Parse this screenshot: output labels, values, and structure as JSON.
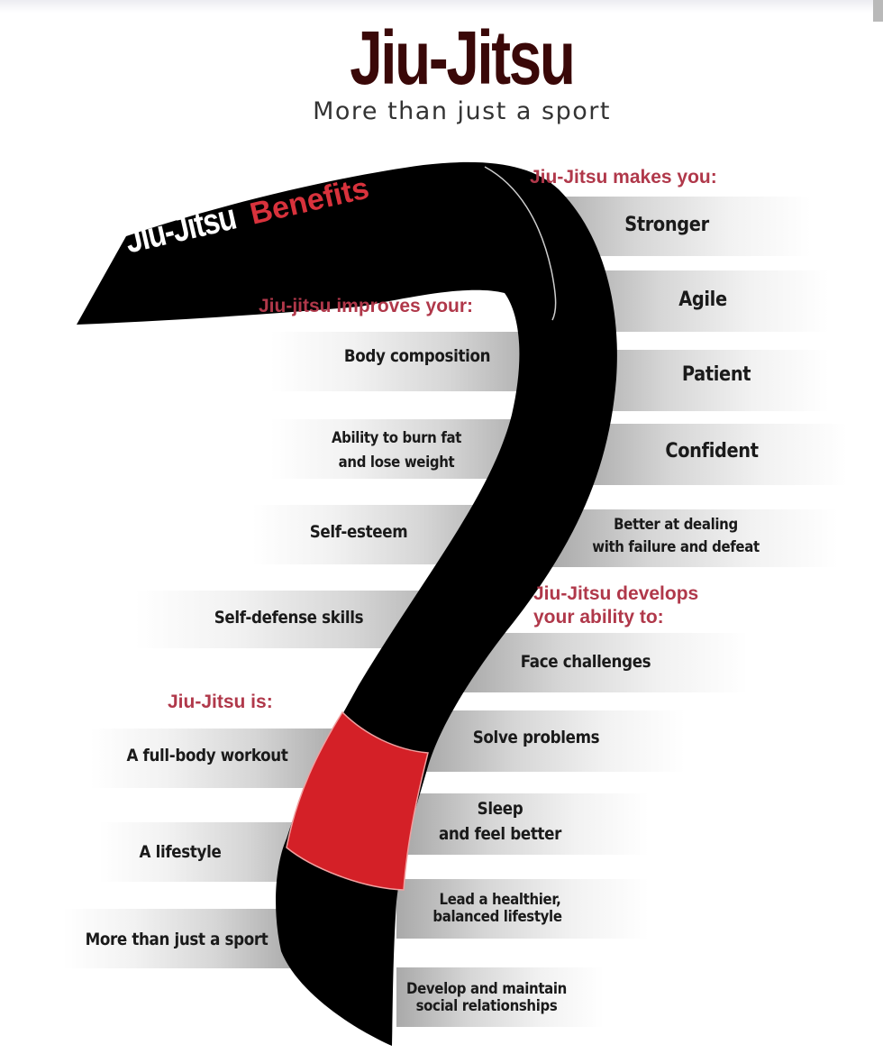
{
  "header": {
    "title": "Jiu-Jitsu",
    "subtitle": "More than just a sport"
  },
  "belt": {
    "label_white": "Jiu-Jitsu",
    "label_red": "Benefits",
    "colors": {
      "belt": "#000000",
      "stripe": "#d42027",
      "title": "#3a0808",
      "section": "#b0384a"
    }
  },
  "sections": {
    "makes_you": {
      "heading": "Jiu-Jitsu makes you:",
      "items": [
        "Stronger",
        "Agile",
        "Patient",
        "Confident",
        "Better at dealing",
        "with failure and defeat"
      ]
    },
    "improves": {
      "heading": "Jiu-jitsu improves your:",
      "items": [
        "Body composition",
        "Ability to burn fat",
        "and lose weight",
        "Self-esteem",
        "Self-defense skills"
      ]
    },
    "develops": {
      "heading_line1": "Jiu-Jitsu develops",
      "heading_line2": "your ability to:",
      "items": [
        "Face challenges",
        "Solve problems",
        "Sleep",
        "and feel better",
        "Lead a healthier,",
        "balanced lifestyle",
        "Develop and maintain",
        "social relationships"
      ]
    },
    "is": {
      "heading": "Jiu-Jitsu is:",
      "items": [
        "A full-body workout",
        "A lifestyle",
        "More than just a sport"
      ]
    }
  }
}
